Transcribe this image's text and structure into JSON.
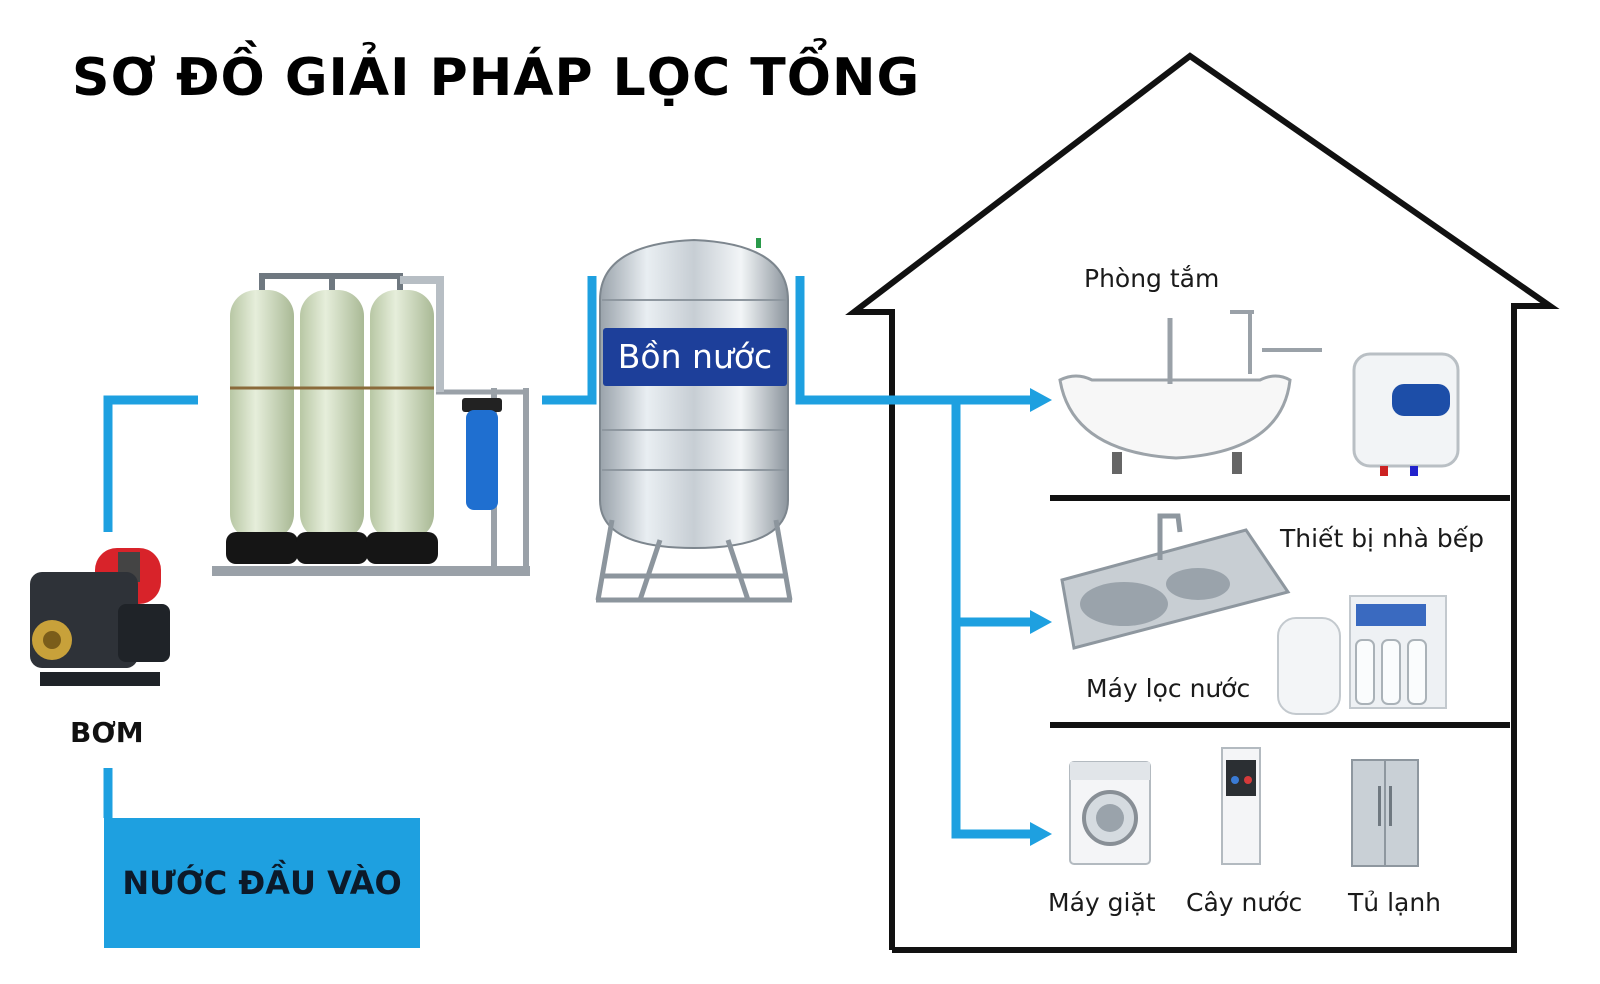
{
  "title": "SƠ ĐỒ GIẢI PHÁP LỌC TỔNG",
  "colors": {
    "pipe": "#1ea0e0",
    "house_outline": "#111111",
    "tank_band": "#1d3f9a",
    "intake": "#1ea0e0"
  },
  "pump": {
    "label": "BƠM",
    "icon": "water-pump-icon"
  },
  "intake": {
    "label": "NƯỚC ĐẦU VÀO"
  },
  "filters": {
    "icon": "filter-columns-icon"
  },
  "tank": {
    "label": "Bồn nước",
    "icon": "stainless-water-tank-icon"
  },
  "house": {
    "rooms": [
      {
        "label": "Phòng tắm",
        "icons": [
          "bathtub-icon",
          "water-heater-icon"
        ]
      },
      {
        "label": "Thiết bị nhà bếp",
        "sublabel": "Máy lọc nước",
        "icons": [
          "kitchen-sink-icon",
          "ro-water-purifier-icon"
        ]
      },
      {
        "appliances": [
          "Máy giặt",
          "Cây nước",
          "Tủ lạnh"
        ],
        "icons": [
          "washing-machine-icon",
          "water-dispenser-icon",
          "refrigerator-icon"
        ]
      }
    ]
  }
}
